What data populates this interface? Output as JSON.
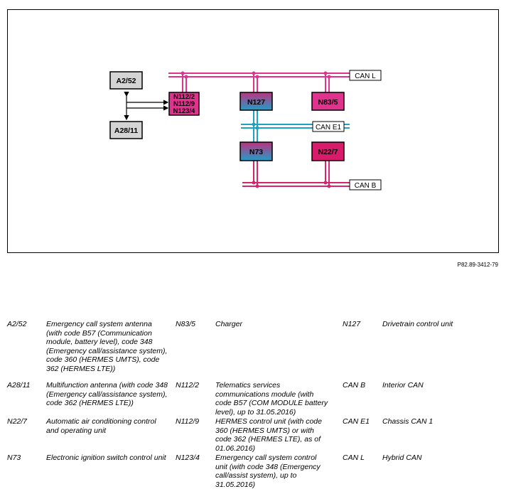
{
  "diagram": {
    "modules": {
      "a2_52": "A2/52",
      "a28_11": "A28/11",
      "n112_group": [
        "N112/2",
        "N112/9",
        "N123/4"
      ],
      "n127": "N127",
      "n83_5": "N83/5",
      "n73": "N73",
      "n22_7": "N22/7"
    },
    "buses": {
      "can_l": "CAN L",
      "can_e1": "CAN E1",
      "can_b": "CAN B"
    },
    "colors": {
      "can_l": "#e0338d",
      "can_b": "#d6246e",
      "can_e1": "#1ea2c4",
      "n112_fill": "#e0338d",
      "n83_fill": "#e0338d",
      "n22_fill": "#d81b6a",
      "gradient_top": "#c0307f",
      "gradient_bottom": "#1f9ec8",
      "grey_box": "#d4d4d4"
    }
  },
  "reference": "P82.89-3412-79",
  "legend": [
    {
      "code": "A2/52",
      "desc": "Emergency call system antenna (with code B57 (Communication module, battery level), code 348 (Emergency call/assistance system), code 360 (HERMES UMTS), code 362 (HERMES LTE))"
    },
    {
      "code": "N83/5",
      "desc": "Charger"
    },
    {
      "code": "N127",
      "desc": "Drivetrain control unit"
    },
    {
      "code": "A28/11",
      "desc": "Multifunction antenna (with code 348 (Emergency call/assistance system), code 362 (HERMES LTE))"
    },
    {
      "code": "N112/2",
      "desc": "Telematics services communications module (with code B57 (COM MODULE battery level), up to 31.05.2016)"
    },
    {
      "code": "CAN B",
      "desc": "Interior CAN"
    },
    {
      "code": "N22/7",
      "desc": "Automatic air conditioning control and operating unit"
    },
    {
      "code": "N112/9",
      "desc": "HERMES control unit (with code 360 (HERMES UMTS) or with code 362 (HERMES LTE), as of 01.06.2016)"
    },
    {
      "code": "CAN E1",
      "desc": "Chassis CAN 1"
    },
    {
      "code": "N73",
      "desc": "Electronic ignition switch control unit"
    },
    {
      "code": "N123/4",
      "desc": "Emergency call system control unit (with code 348 (Emergency call/assist system), up to 31.05.2016)"
    },
    {
      "code": "CAN L",
      "desc": "Hybrid CAN"
    }
  ]
}
